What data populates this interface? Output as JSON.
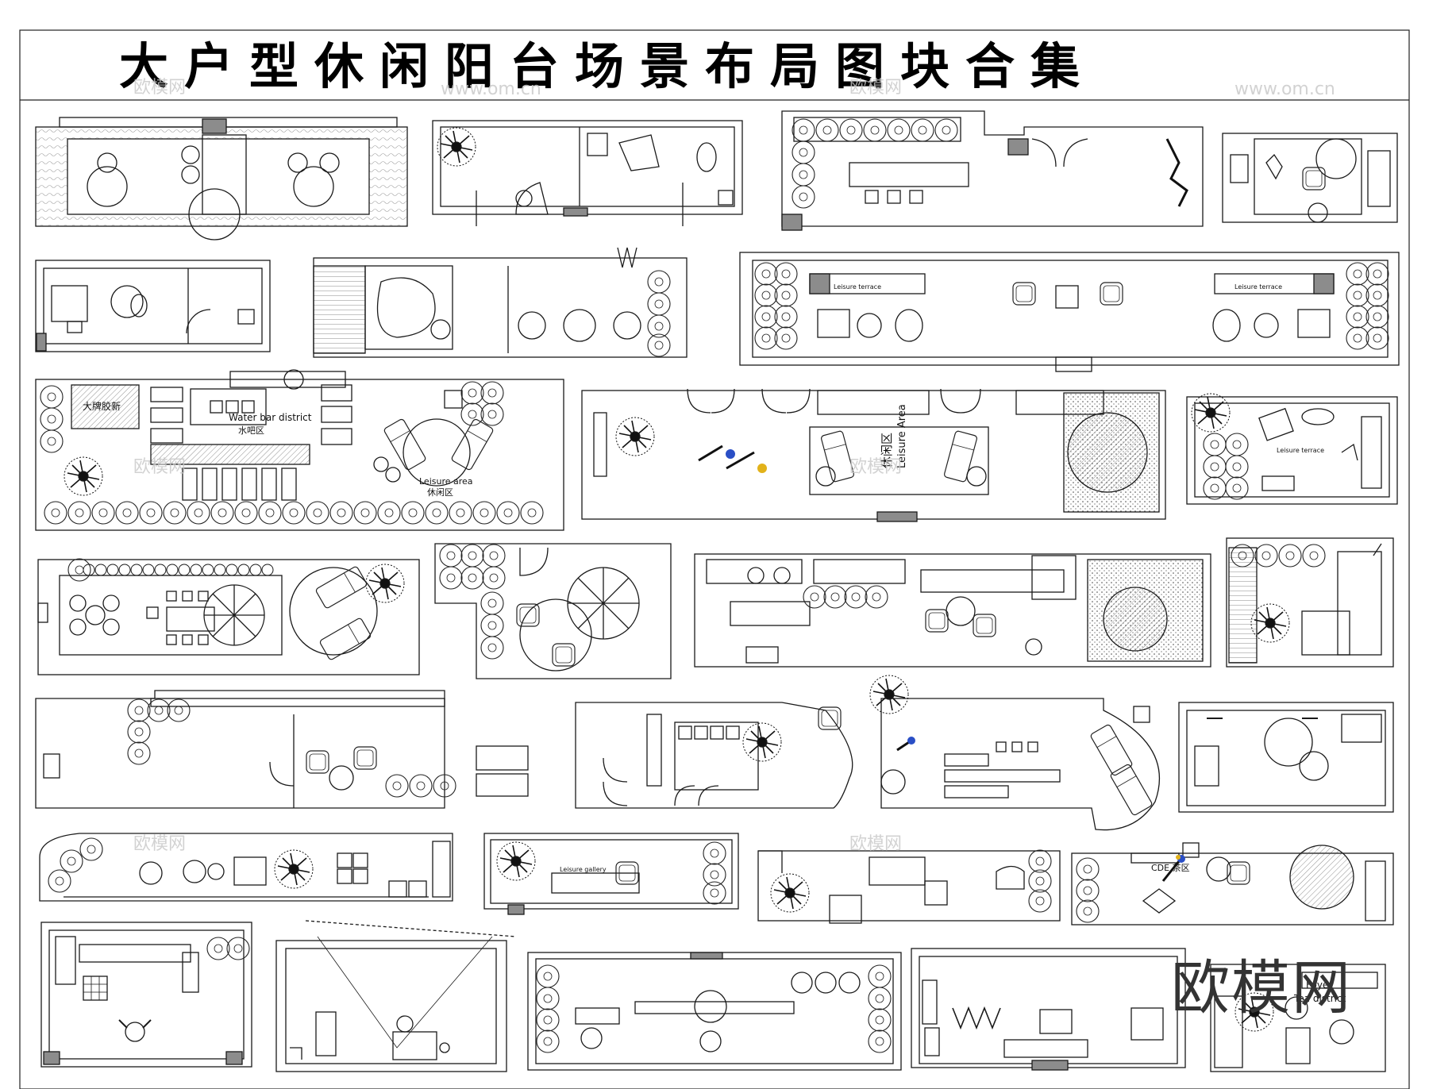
{
  "title": "大户型休闲阳台场景布局图块合集",
  "watermark": {
    "brand_cn": "欧模网",
    "domain": "www.om.cn",
    "brand_big": "欧模网"
  },
  "plan_labels": {
    "water_bar_en": "Water bar district",
    "water_bar_cn": "水吧区",
    "big_brand_cn": "大牌胶新",
    "leisure_area_en": "Leisure area",
    "leisure_area_cn": "休闲区",
    "leisure_area2_en": "Leisure Area",
    "leisure_area2_cn": "休闲区",
    "leisure_terrace_1": "Leisure terrace",
    "leisure_terrace_2": "Leisure terrace",
    "leisure_terrace_3": "Leisure terrace",
    "foyer_tea_1": "Foyer",
    "foyer_tea_2": "Tea district",
    "tea_label": "CDE 茶区",
    "leisure_gallery": "Leisure gallery"
  },
  "colors": {
    "line": "#1a1a1a",
    "wall_fill": "#8c8c8c",
    "figure_blue": "#2a4fc6",
    "figure_yellow": "#e2b21a"
  }
}
